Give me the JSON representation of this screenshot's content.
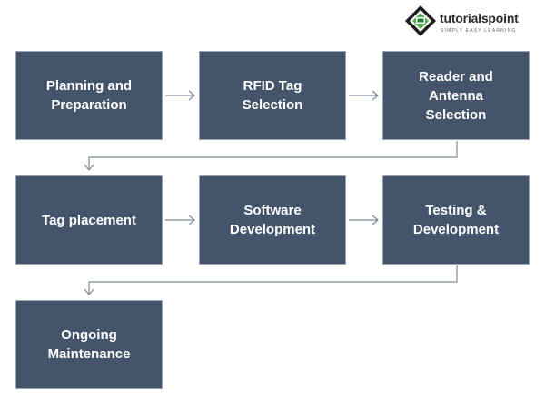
{
  "logo": {
    "name": "tutorialspoint",
    "tagline": "SIMPLY EASY LEARNING"
  },
  "flow": {
    "steps": [
      "Planning and\nPreparation",
      "RFID Tag\nSelection",
      "Reader and\nAntenna\nSelection",
      "Tag placement",
      "Software\nDevelopment",
      "Testing &\nDevelopment",
      "Ongoing\nMaintenance"
    ]
  },
  "colors": {
    "box_fill": "#44546a",
    "box_text": "#ffffff",
    "connector": "#7f8a99"
  }
}
